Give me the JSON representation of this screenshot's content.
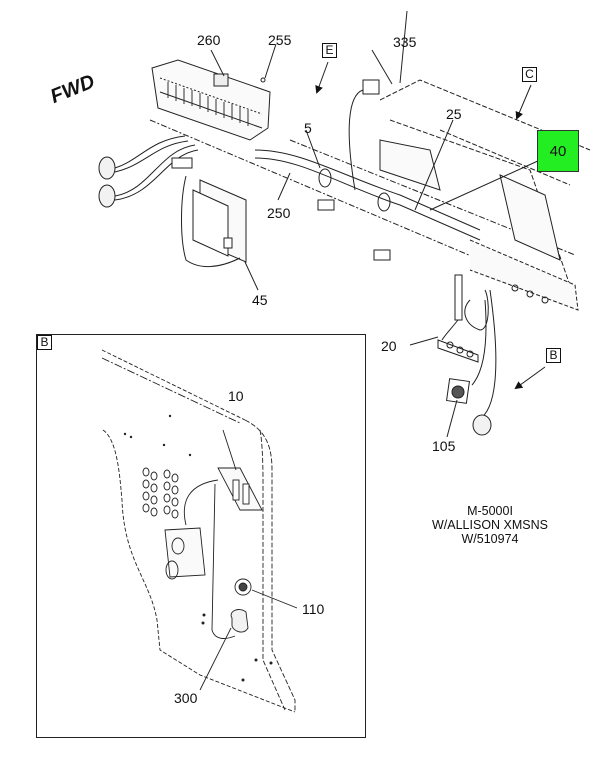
{
  "figure": {
    "direction_label": "FWD",
    "note_lines": [
      "M-5000I",
      "W/ALLISON XMSNS",
      "W/510974"
    ],
    "view_markers": {
      "E": "E",
      "C": "C",
      "B_main": "B",
      "B_inset": "B"
    },
    "callouts": {
      "c260": "260",
      "c255": "255",
      "c335": "335",
      "c5": "5",
      "c25": "25",
      "c40": "40",
      "c250": "250",
      "c45": "45",
      "c20": "20",
      "c105": "105",
      "c10": "10",
      "c110": "110",
      "c300": "300"
    },
    "highlight_color": "#22ee22"
  }
}
